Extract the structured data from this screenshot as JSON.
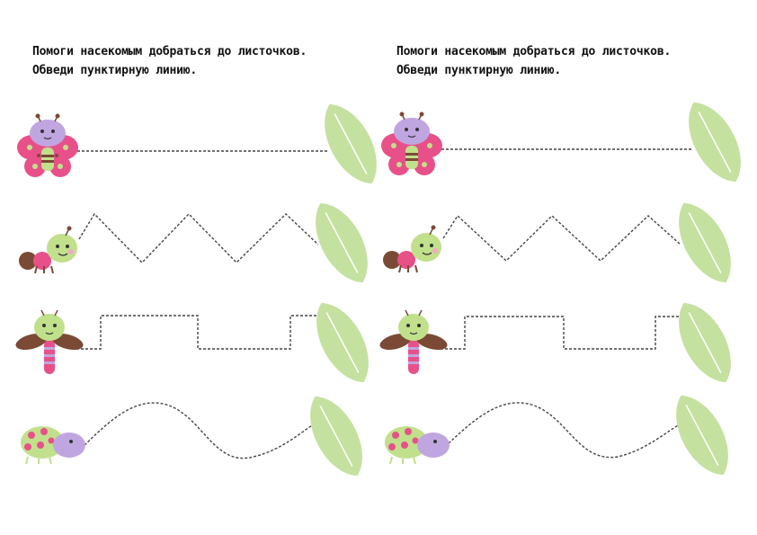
{
  "worksheet": {
    "instruction_line1": "Помоги насекомым добраться до листочков.",
    "instruction_line2": "Обведи пунктирную линию."
  },
  "panels": [
    {
      "id": "left"
    },
    {
      "id": "right"
    }
  ],
  "rows": [
    {
      "insect": "butterfly-icon",
      "path": "straight"
    },
    {
      "insect": "ant-icon",
      "path": "zigzag"
    },
    {
      "insect": "dragonfly-icon",
      "path": "square-wave"
    },
    {
      "insect": "ladybug-icon",
      "path": "wave"
    }
  ],
  "colors": {
    "leaf": "#c5e1a0",
    "leaf_vein": "#ffffff",
    "insect_pink": "#e8508a",
    "insect_lilac": "#c0a6e0",
    "insect_green": "#c1e08c",
    "insect_brown": "#7a4a35"
  }
}
